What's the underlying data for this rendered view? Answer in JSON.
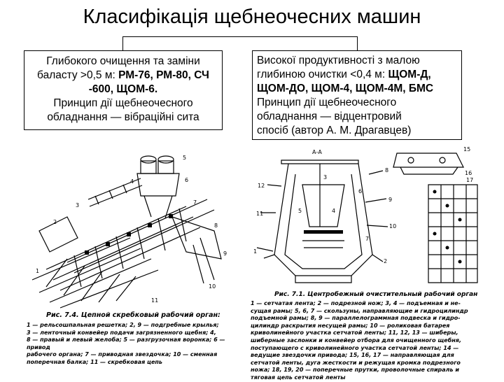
{
  "title": "Класифікація щебнеочесних машин",
  "left_box": {
    "line1": "Глибокого очищення та заміни",
    "line2_prefix": "баласту  >0,5 м: ",
    "line2_models": "РМ-76, РМ-80, СЧ",
    "line3_models": "-600, ЩОМ-6.",
    "line4": "Принцип дії щебнеочесного",
    "line5": "обладнання — вібраційні сита"
  },
  "right_box": {
    "line1": "Високої продуктивності з малою",
    "line2_prefix": "глибиною очистки <0,4 м: ",
    "line2_models": "ЩОМ-Д,",
    "line3_models": "ЩОМ-ДО, ЩОМ-4, ЩОМ-4М, БМС",
    "line4": "Принцип дії щебнеочесного",
    "line5": "обладнання — відцентровий",
    "line6": "спосіб (автор А. М. Драгавцев)"
  },
  "figure_left": {
    "caption": "Рис. 7.4. Цепной скребковый рабочий орган:",
    "legend": [
      "1 — рельсошпальная решетка; 2, 9 — подгребные крылья;",
      "3 — ленточный конвейер подачи загрязненного щебня; 4,",
      "8 — правый и левый желоба; 5 — разгрузочная воронка; 6 — привод",
      "рабочего органа; 7 — приводная звездочка; 10 — сменная",
      "поперечная балка; 11 — скребковая цепь"
    ],
    "labels": [
      "1",
      "2",
      "3",
      "4",
      "5",
      "6",
      "7",
      "8",
      "9",
      "10",
      "11"
    ]
  },
  "figure_right": {
    "section_label": "А-А",
    "caption": "Рис. 7.1. Центробежный очистительный рабочий орган",
    "legend": [
      "1 — сетчатая лента; 2 — подрезной нож; 3, 4 — подъемная и не-",
      "сущая рамы; 5, 6, 7 — скользуны, направляющие и гидроцилиндр",
      "подъемной рамы; 8, 9 — параллелограммная подвеска и гидро-",
      "цилиндр раскрытия несущей рамы; 10 — роликовая батарея",
      "криволинейного участка сетчатой ленты; 11, 12, 13 — шиберы,",
      "шиберные заслонки и конвейер отбора для очищенного щебня,",
      "поступающего с криволинейного участка сетчатой ленты; 14 —",
      "ведущие звездочки привода; 15, 16, 17 — направляющая для",
      "сетчатой ленты, дуга жесткости и режущая кромка подрезного",
      "ножа; 18, 19, 20 — поперечные прутки, проволочные спираль и",
      "тяговая цепь сетчатой ленты"
    ],
    "labels": [
      "1",
      "2",
      "3",
      "4",
      "5",
      "6",
      "7",
      "8",
      "9",
      "10",
      "11",
      "12",
      "15",
      "16",
      "17"
    ]
  }
}
